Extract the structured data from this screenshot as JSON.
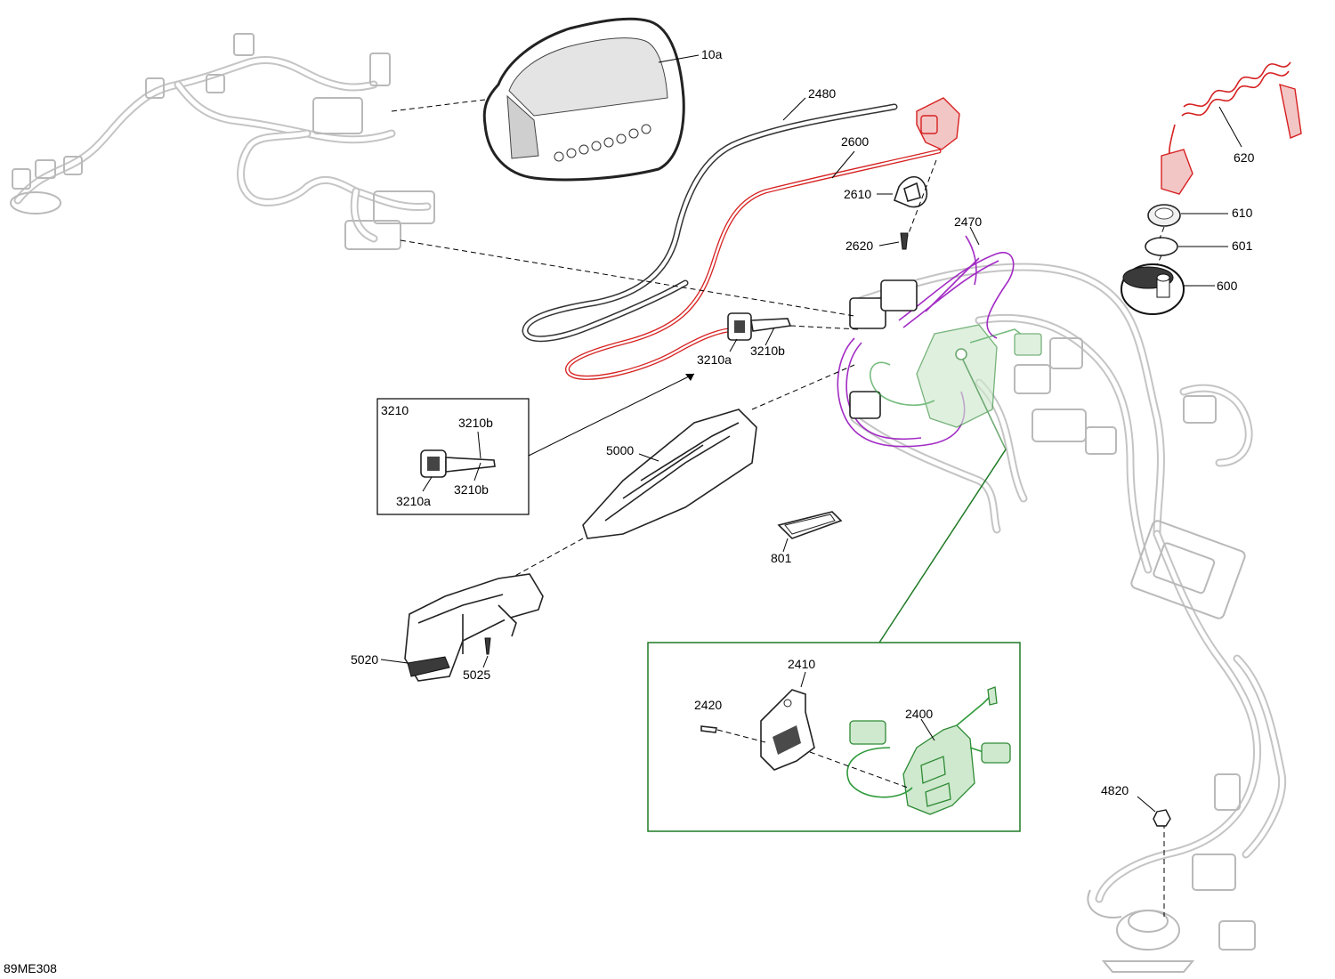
{
  "diagram": {
    "figure_code": "89ME308",
    "callouts": {
      "c10a": "10a",
      "c2480": "2480",
      "c2600": "2600",
      "c2610": "2610",
      "c2620": "2620",
      "c2470": "2470",
      "c620": "620",
      "c610": "610",
      "c601": "601",
      "c600": "600",
      "c3210a": "3210a",
      "c3210b": "3210b",
      "c5000": "5000",
      "c801": "801",
      "c5020": "5020",
      "c5025": "5025",
      "c4820": "4820"
    },
    "inset_3210": {
      "title": "3210",
      "c3210b_top": "3210b",
      "c3210b_bottom": "3210b",
      "c3210a": "3210a"
    },
    "inset_2400": {
      "c2410": "2410",
      "c2420": "2420",
      "c2400": "2400"
    },
    "colors": {
      "highlight_red": "#d62020",
      "highlight_green": "#2e9a3a",
      "highlight_purple": "#a22bc4",
      "inset_frame_green": "#1f7a25",
      "ghost_gray": "#b9b9b9"
    }
  }
}
